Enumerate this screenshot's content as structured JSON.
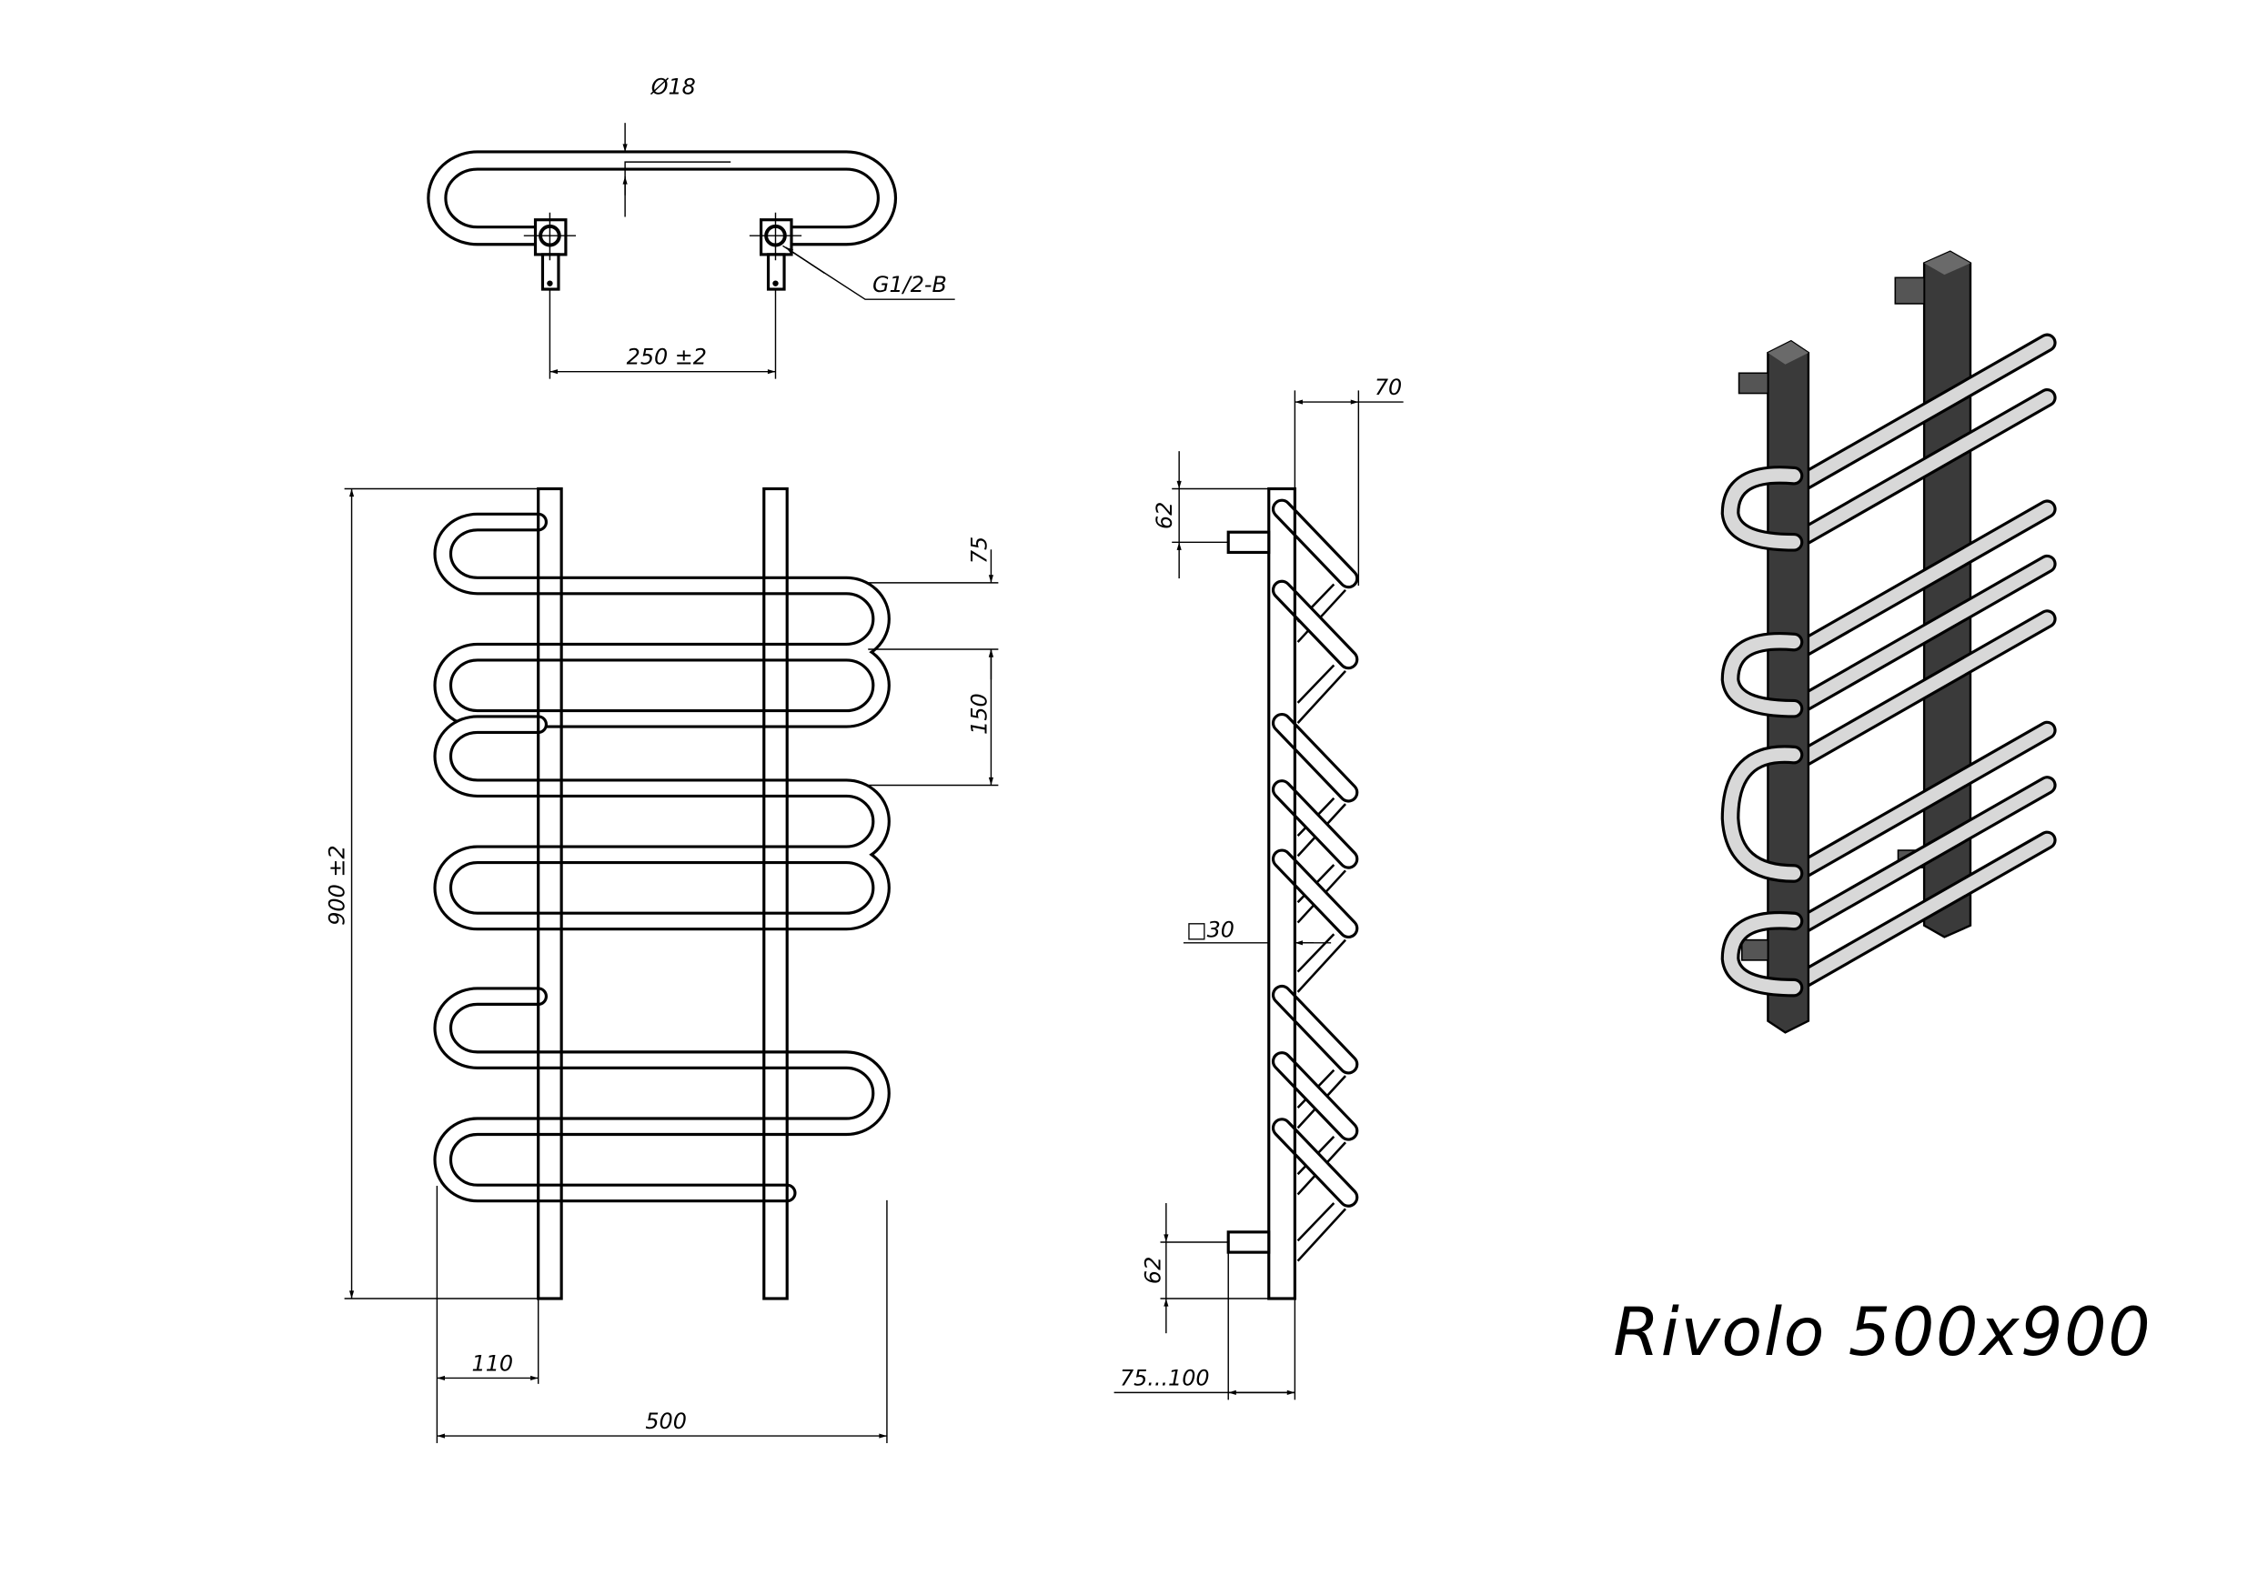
{
  "title": "Rivolo 500x900",
  "dimensions": {
    "tube_diameter": "Ø18",
    "connection_thread": "G1/2-B",
    "connection_spacing": "250 ±2",
    "loop_spacing": "75",
    "group_spacing": "150",
    "height": "900 ±2",
    "rail_offset": "110",
    "width": "500",
    "depth": "70",
    "top_connection_offset": "62",
    "bottom_connection_offset": "62",
    "rail_section": "□30",
    "wall_distance": "75...100"
  }
}
